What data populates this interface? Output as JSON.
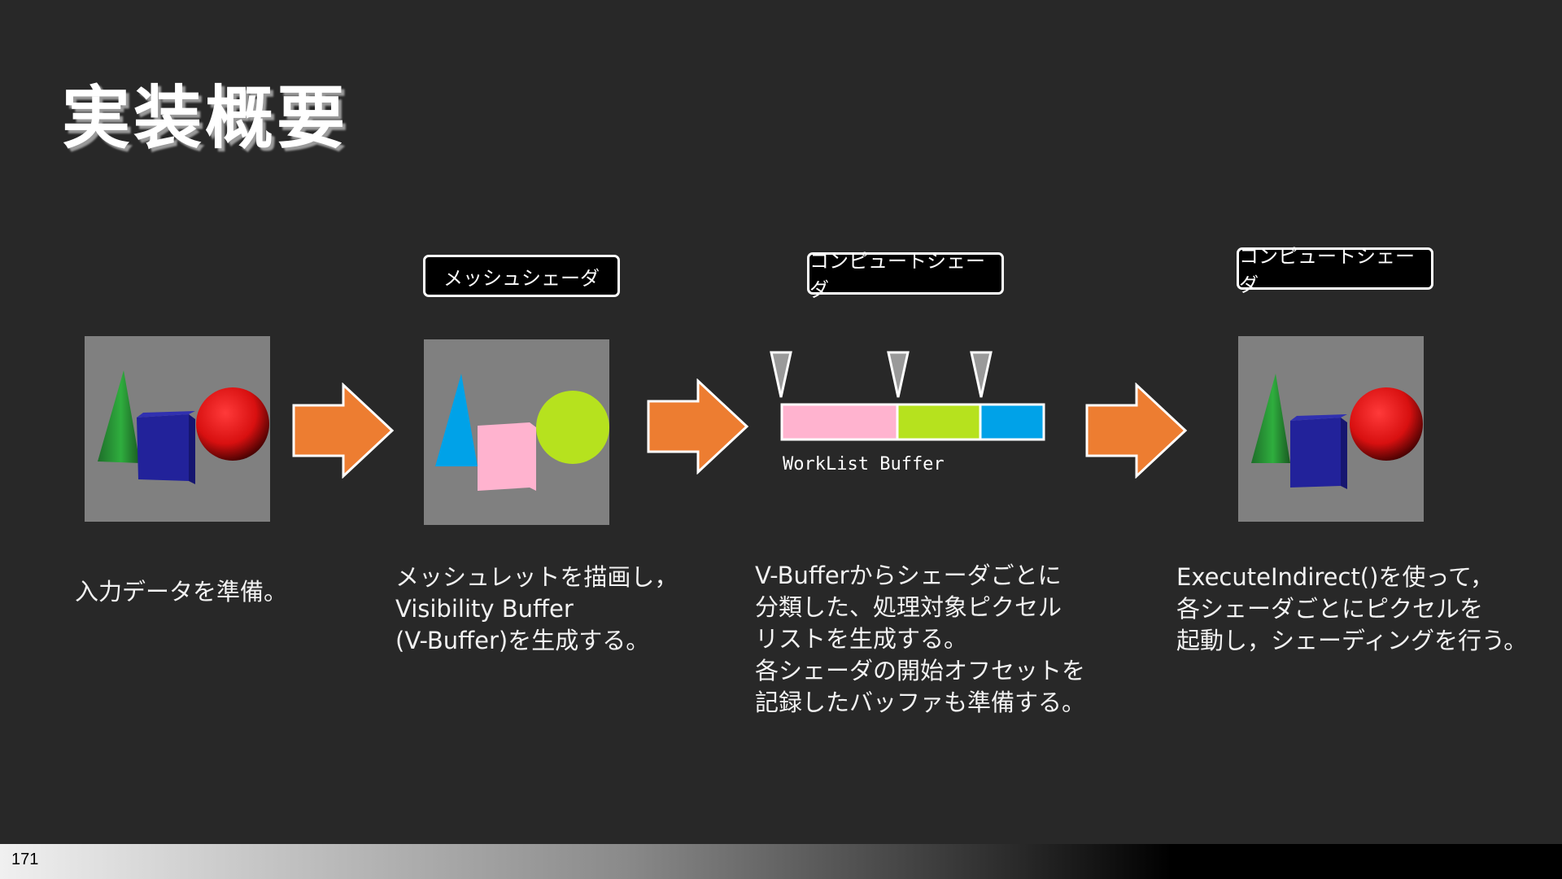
{
  "slide": {
    "title": "実装概要",
    "page_number": "171"
  },
  "labels": {
    "mesh_shader": "メッシュシェーダ",
    "compute_shader_1": "コンピュートシェーダ",
    "compute_shader_2": "コンピュートシェーダ"
  },
  "worklist": {
    "label": "WorkList Buffer",
    "segment_colors": [
      "#ffb3cf",
      "#b6e21e",
      "#00a2e8"
    ]
  },
  "captions": {
    "step1": [
      "入力データを準備。"
    ],
    "step2": [
      "メッシュレットを描画し，",
      "Visibility Buffer",
      "(V-Buffer)を生成する。"
    ],
    "step3": [
      "V-Bufferからシェーダごとに",
      "分類した、処理対象ピクセル",
      "リストを生成する。",
      "各シェーダの開始オフセットを",
      "記録したバッファも準備する。"
    ],
    "step4": [
      "ExecuteIndirect()を使って，",
      "各シェーダごとにピクセルを",
      "起動し，シェーディングを行う。"
    ]
  },
  "colors": {
    "background": "#282828",
    "arrow": "#ed7d31",
    "scene_bg": "#808080"
  }
}
